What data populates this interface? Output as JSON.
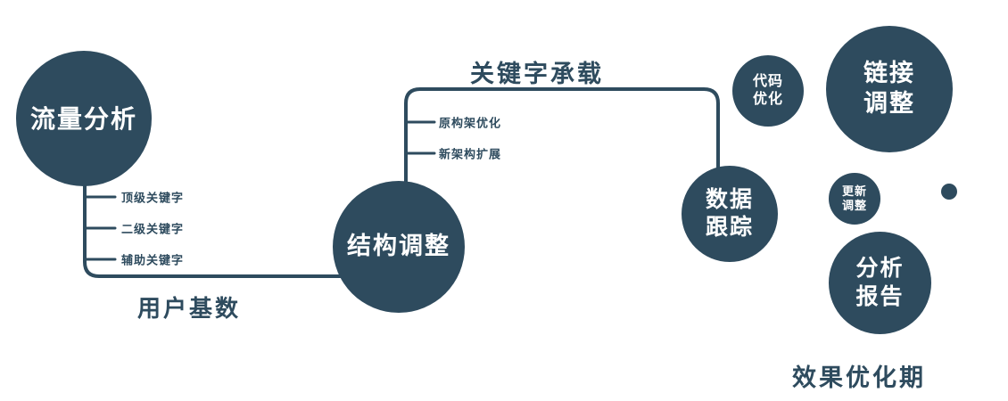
{
  "colors": {
    "circle": "#2e4b5e",
    "line": "#2e4b5e",
    "label": "#2e4b5e",
    "background": "#ffffff"
  },
  "nodes": {
    "traffic": {
      "label": "流量分析"
    },
    "structure": {
      "label": "结构调整"
    },
    "tracking": {
      "line1": "数据",
      "line2": "跟踪"
    },
    "code": {
      "line1": "代码",
      "line2": "优化"
    },
    "link": {
      "line1": "链接",
      "line2": "调整"
    },
    "update": {
      "line1": "更新",
      "line2": "调整"
    },
    "report": {
      "line1": "分析",
      "line2": "报告"
    }
  },
  "edge_labels": {
    "user_base": "用户基数",
    "keyword_bearing": "关键字承载",
    "effect_period": "效果优化期"
  },
  "branches": {
    "left": [
      "顶级关键字",
      "二级关键字",
      "辅助关键字"
    ],
    "middle": [
      "原构架优化",
      "新架构扩展"
    ]
  }
}
